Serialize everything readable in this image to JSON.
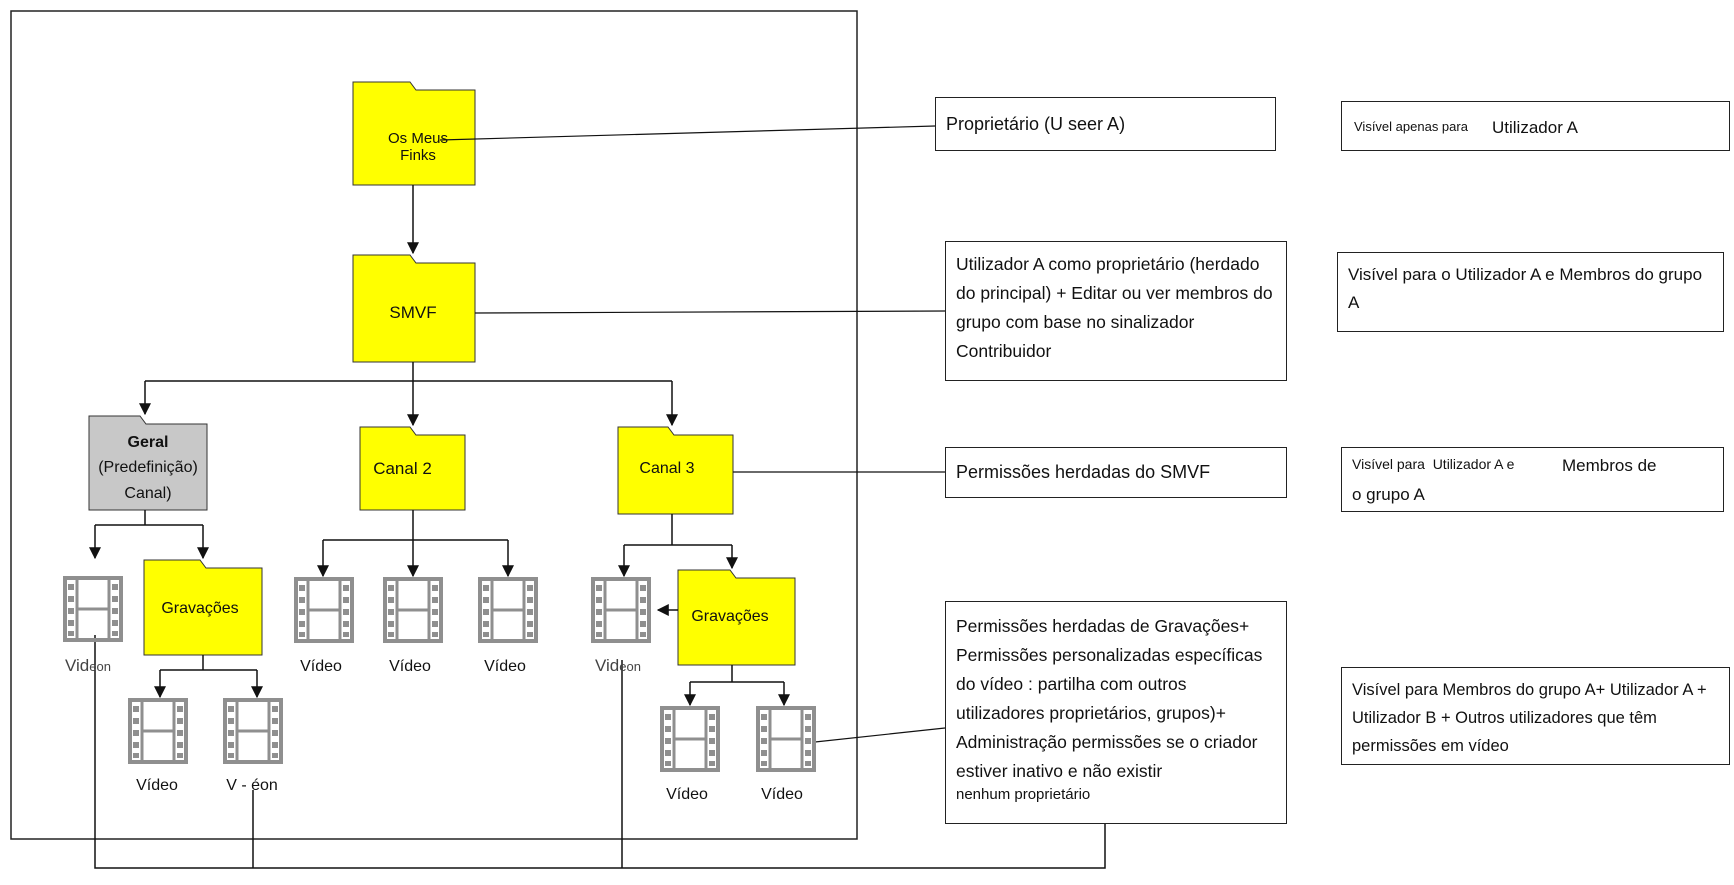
{
  "folders": {
    "root": "Os Meus Finks",
    "smvf": "SMVF",
    "geral_title": "Geral",
    "geral_sub1": "(Predefinição)",
    "geral_sub2": "Canal)",
    "canal2": "Canal 2",
    "canal3": "Canal 3",
    "gravacoes1": "Gravações",
    "gravacoes2": "Gravações"
  },
  "videos": {
    "geral_video": "Vid",
    "geral_video_sub": "eon",
    "grav1_video_a": "Vídeo",
    "grav1_video_b": "V - éon",
    "canal2_video_a": "Vídeo",
    "canal2_video_b": "Vídeo",
    "canal2_video_c": "Vídeo",
    "canal3_video": "Vid",
    "canal3_video_sub": "eon",
    "grav2_video_a": "Vídeo",
    "grav2_video_b": "Vídeo"
  },
  "permissions": {
    "owner": "Proprietário (U seer A)",
    "smvf": "Utilizador A como proprietário (herdado do principal) + Editar ou ver membros do grupo com base no sinalizador Contribuidor",
    "inherited": "Permissões herdadas do SMVF",
    "video_line1": "Permissões herdadas de Gravações+ Permissões personalizadas específicas do vídeo : partilha com outros utilizadores proprietários, grupos)+ Administração permissões se o criador estiver inativo e não existir",
    "video_line2": "nenhum proprietário"
  },
  "visibility": {
    "v1_small": "Visível apenas para",
    "v1_main": "Utilizador A",
    "v2": "Visível para o Utilizador A e Membros do grupo A",
    "v3_small": "Visível para",
    "v3_mid": "Utilizador A e",
    "v3_main": "Membros de",
    "v3_line2": "o grupo A",
    "v4": "Visível para Membros do grupo A+ Utilizador A + Utilizador B + Outros utilizadores que têm permissões em vídeo"
  },
  "colors": {
    "folder_yellow": "#ffff00",
    "folder_gray": "#c8c8c8",
    "video_icon": "#8f8f8f"
  }
}
